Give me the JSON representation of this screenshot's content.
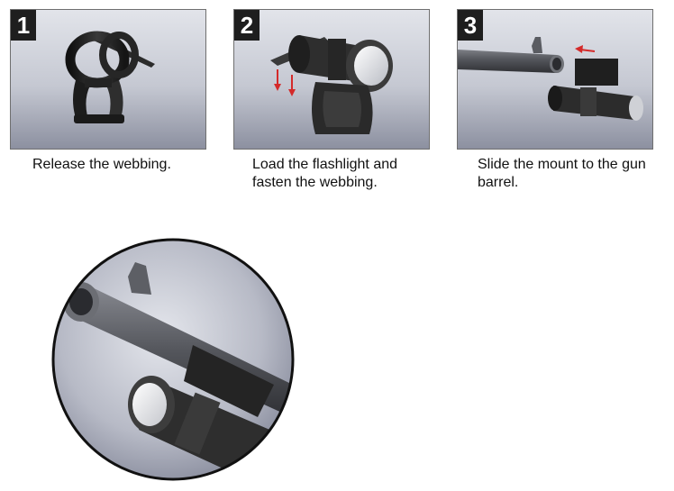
{
  "steps": [
    {
      "number": "1",
      "caption": "Release the webbing."
    },
    {
      "number": "2",
      "caption": "Load the flashlight and fasten the webbing."
    },
    {
      "number": "3",
      "caption": "Slide the mount to the gun barrel."
    }
  ],
  "colors": {
    "panel_bg_light": "#d9dbe2",
    "panel_bg_dark": "#8f93a3",
    "badge": "#1e1e1e",
    "arrow": "#d42a2a",
    "mount": "#2a2a2a"
  }
}
